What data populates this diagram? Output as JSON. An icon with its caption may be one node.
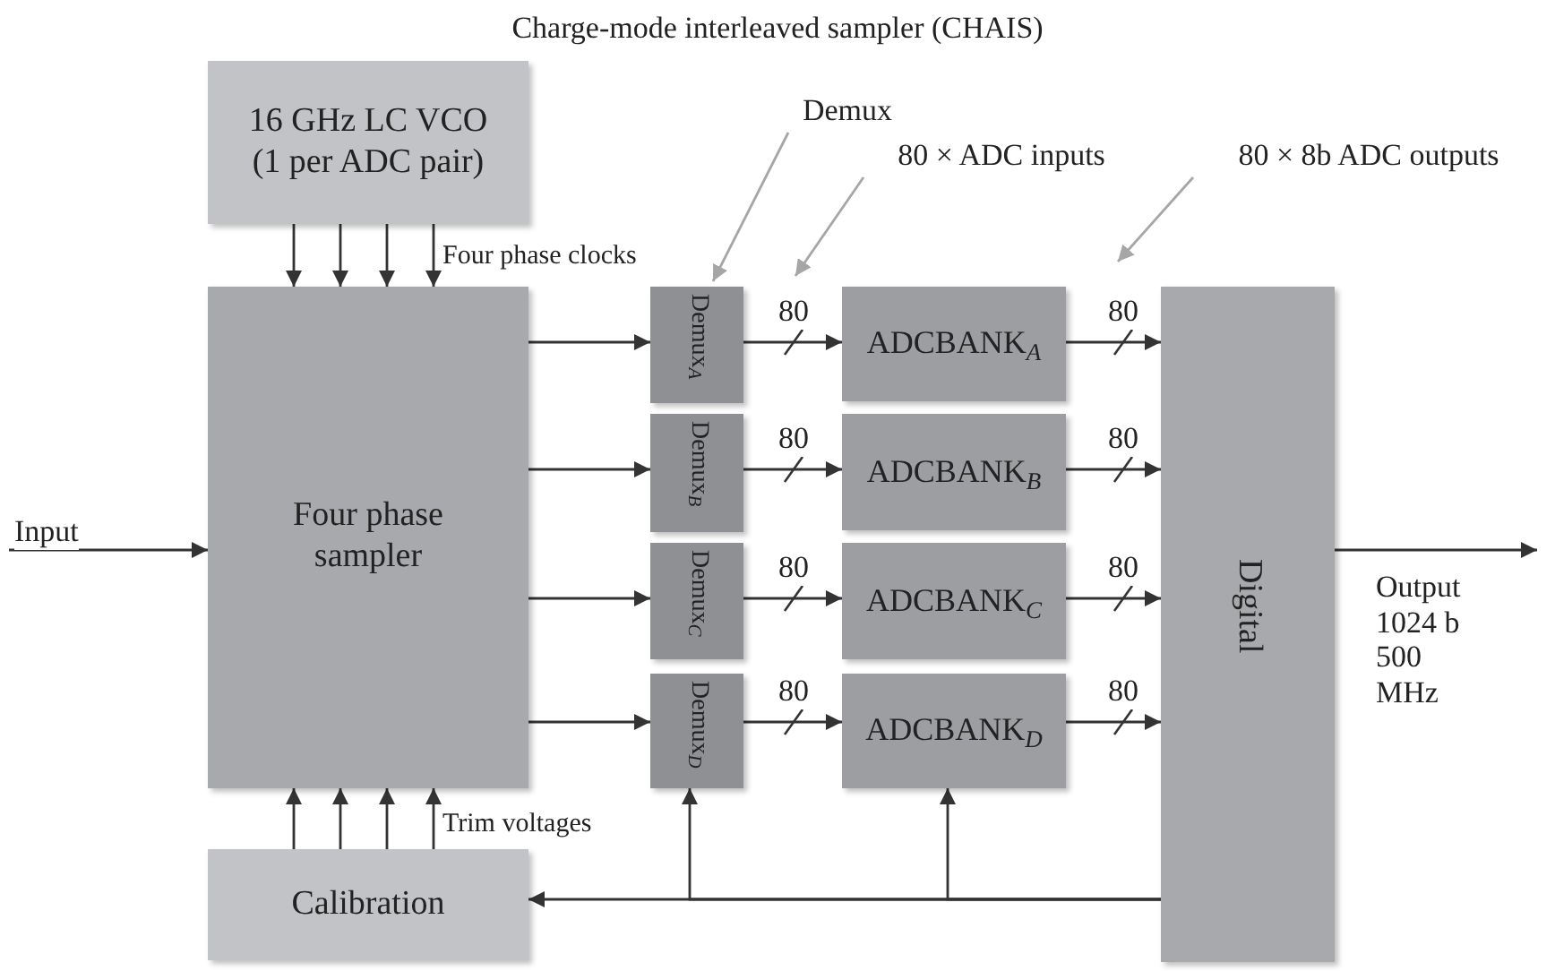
{
  "diagram": {
    "title": "Charge-mode interleaved sampler (CHAIS)",
    "nodes": [
      {
        "text": [
          "16 GHz LC VCO (1 per ADC pair)"
        ]
      },
      {
        "text": [
          "Four phase sampler"
        ]
      },
      {
        "text": [
          "Calibration"
        ]
      },
      {
        "text": [
          "Demux$_{A}$"
        ]
      },
      {
        "text": [
          "Demux$_{B}$"
        ]
      },
      {
        "text": [
          "Demux$_{C}$"
        ]
      },
      {
        "text": [
          "Demux$_{D}$"
        ]
      },
      {
        "text": [
          "ADCBANK$_{A}$"
        ]
      },
      {
        "text": [
          "ADCBANK$_{B}$"
        ]
      },
      {
        "text": [
          "ADCBANK$_{C}$"
        ]
      },
      {
        "text": [
          "ADCBANK$_{D}$"
        ]
      },
      {
        "text": [
          "Digital"
        ]
      },
      {
        "text": [
          "Demux"
        ]
      },
      {
        "text": [
          "80 × ADC inputs"
        ]
      },
      {
        "text": [
          "80 × 8b ADC outputs"
        ]
      }
    ],
    "edges": [
      {
        "from": 0,
        "to": 1,
        "arrow": "to"
      },
      {
        "from": 0,
        "to": 1,
        "arrow": "to"
      },
      {
        "from": 0,
        "to": 1,
        "arrow": "to"
      },
      {
        "from": 0,
        "to": 1,
        "arrow": "to"
      },
      {
        "from": 2,
        "to": 1,
        "arrow": "to"
      },
      {
        "from": 2,
        "to": 1,
        "arrow": "to"
      },
      {
        "from": 2,
        "to": 1,
        "arrow": "to"
      },
      {
        "from": 2,
        "to": 1,
        "arrow": "to"
      },
      {
        "from": null,
        "to": 1,
        "arrow": "to",
        "label": "Input"
      },
      {
        "from": 1,
        "to": 3,
        "arrow": "to"
      },
      {
        "from": 1,
        "to": 4,
        "arrow": "to"
      },
      {
        "from": 1,
        "to": 5,
        "arrow": "to"
      },
      {
        "from": 1,
        "to": 6,
        "arrow": "to"
      },
      {
        "from": 3,
        "to": 7,
        "arrow": "to",
        "label": "80"
      },
      {
        "from": 4,
        "to": 8,
        "arrow": "to",
        "label": "80"
      },
      {
        "from": 5,
        "to": 9,
        "arrow": "to",
        "label": "80"
      },
      {
        "from": 6,
        "to": 10,
        "arrow": "to",
        "label": "80"
      },
      {
        "from": 7,
        "to": 11,
        "arrow": "to",
        "label": "80"
      },
      {
        "from": 8,
        "to": 11,
        "arrow": "to",
        "label": "80"
      },
      {
        "from": 9,
        "to": 11,
        "arrow": "to",
        "label": "80"
      },
      {
        "from": 10,
        "to": 11,
        "arrow": "to",
        "label": "80"
      },
      {
        "from": 11,
        "to": null,
        "arrow": "to",
        "label": "Output 1024 b 500 MHz"
      },
      {
        "from": 11,
        "to": 2,
        "arrow": "to"
      },
      {
        "from": 11,
        "to": 6,
        "arrow": "to"
      },
      {
        "from": 11,
        "to": 10,
        "arrow": "to"
      },
      {
        "from": 12,
        "to": 3,
        "arrow": "to",
        "color": "#a6a6a6"
      },
      {
        "from": 13,
        "to": null,
        "arrow": "to",
        "color": "#a6a6a6"
      },
      {
        "from": 14,
        "to": null,
        "arrow": "to",
        "color": "#a6a6a6"
      }
    ],
    "labels": [
      "Four phase clocks",
      "Trim voltages"
    ]
  }
}
